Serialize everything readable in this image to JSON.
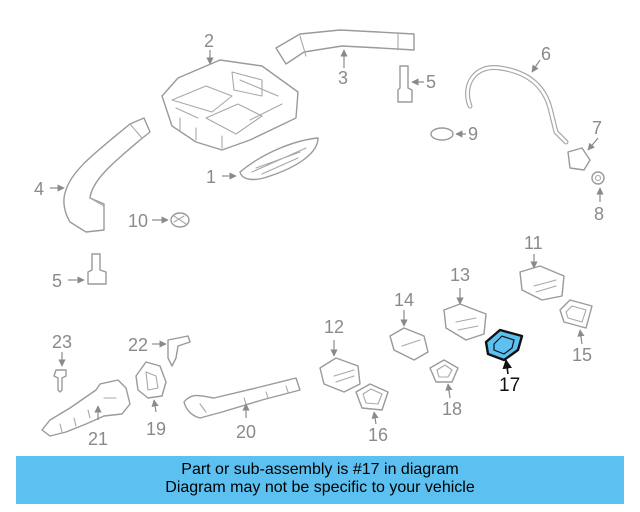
{
  "callouts": {
    "c1": "1",
    "c2": "2",
    "c3": "3",
    "c4": "4",
    "c5a": "5",
    "c5b": "5",
    "c6": "6",
    "c7": "7",
    "c8": "8",
    "c9": "9",
    "c10": "10",
    "c11": "11",
    "c12": "12",
    "c13": "13",
    "c14": "14",
    "c15": "15",
    "c16": "16",
    "c17": "17",
    "c18": "18",
    "c19": "19",
    "c20": "20",
    "c21": "21",
    "c22": "22",
    "c23": "23"
  },
  "highlight": {
    "part_number": "17",
    "color": "#5cc1f0"
  },
  "banner": {
    "line1": "Part or sub-assembly is #17 in diagram",
    "line2": "Diagram may not be specific to your vehicle",
    "background": "#5cc1f0"
  }
}
